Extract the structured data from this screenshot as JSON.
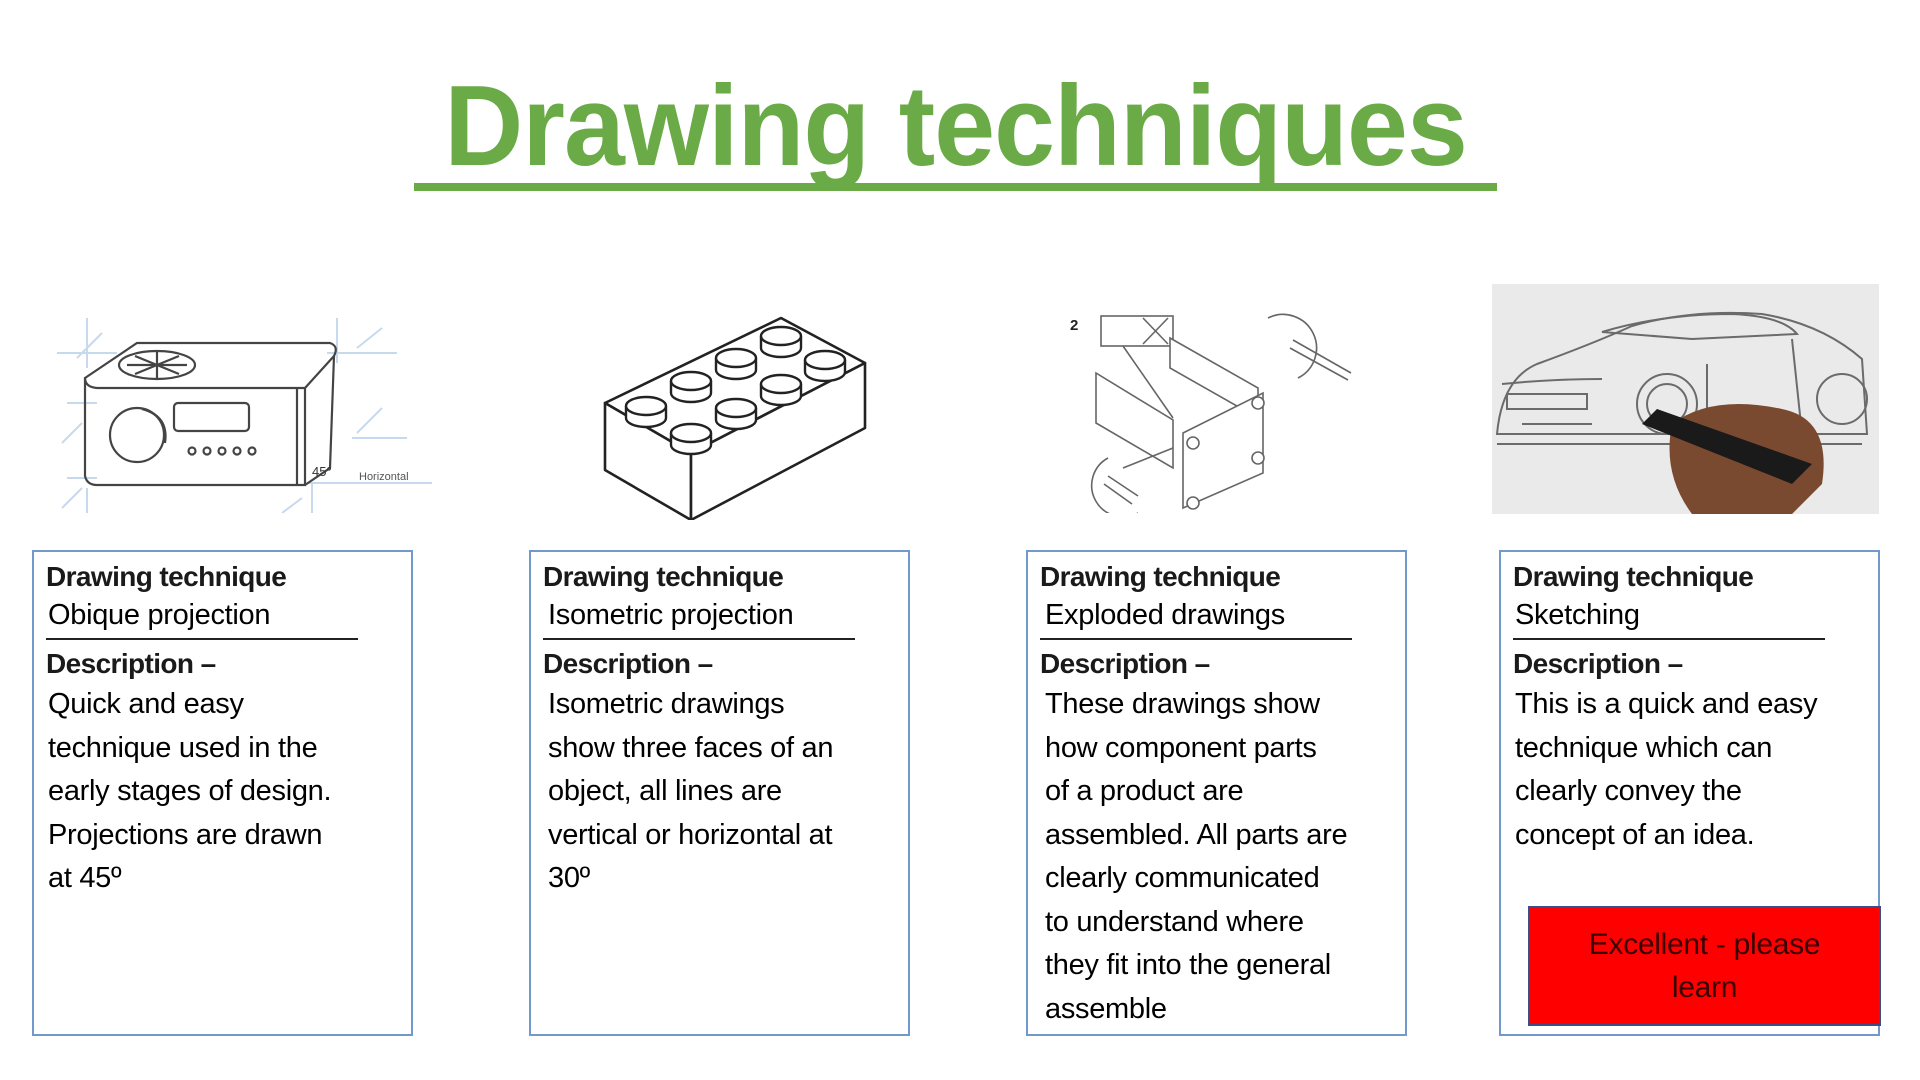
{
  "slide": {
    "title": "Drawing techniques",
    "title_color": "#6aab47",
    "card_border_color": "#7199cc"
  },
  "illustrations": [
    {
      "name": "oblique-radio-drawing",
      "labels": [
        "45°",
        "Horizontal"
      ]
    },
    {
      "name": "isometric-lego-brick-drawing",
      "labels": []
    },
    {
      "name": "exploded-assembly-drawing",
      "labels": [
        "2"
      ]
    },
    {
      "name": "car-sketch-photo",
      "labels": []
    }
  ],
  "cards": [
    {
      "technique_label": "Drawing technique",
      "technique_name": "Obique projection",
      "description_label": "Description –",
      "description_lines": [
        "Quick and easy",
        "technique used in the",
        "early stages of design.",
        "Projections are drawn",
        "at 45º"
      ]
    },
    {
      "technique_label": "Drawing technique",
      "technique_name": "Isometric projection",
      "description_label": "Description –",
      "description_lines": [
        "Isometric drawings",
        "show three faces of an",
        "object, all lines are",
        "vertical or horizontal at",
        "30º"
      ]
    },
    {
      "technique_label": "Drawing technique",
      "technique_name": "Exploded drawings",
      "description_label": "Description –",
      "description_lines": [
        "These drawings show",
        "how component parts",
        "of a product are",
        "assembled. All parts are",
        "clearly communicated",
        "to understand where",
        "they fit into the general",
        "assemble"
      ]
    },
    {
      "technique_label": "Drawing technique",
      "technique_name": "Sketching",
      "description_label": "Description –",
      "description_lines": [
        "This is a quick and easy",
        "technique which can",
        "clearly convey the",
        "concept of an idea."
      ]
    }
  ],
  "badge": {
    "text": "Excellent - please learn",
    "background": "#ff0000"
  }
}
